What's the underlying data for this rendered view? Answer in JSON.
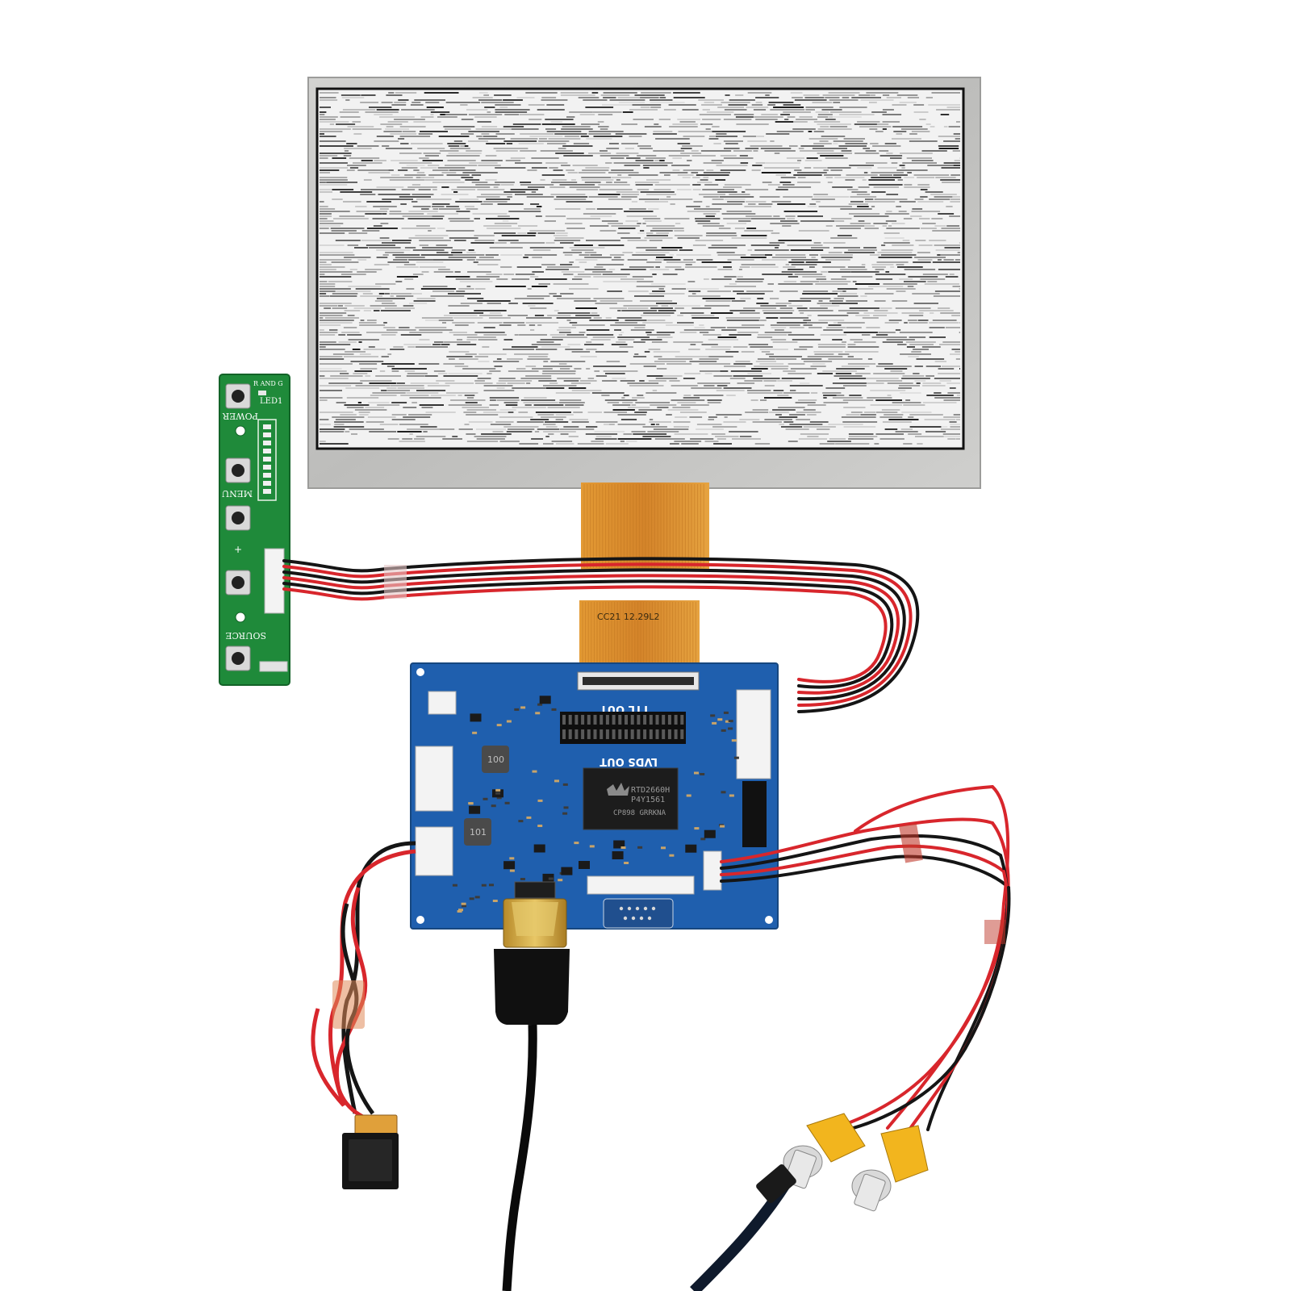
{
  "colors": {
    "background": "#ffffff",
    "bezel": "#c8c8c6",
    "fpc": "#d98e2a",
    "driver_pcb": "#1f5fae",
    "key_pcb": "#1f8a3a",
    "wire_red": "#d8262c",
    "wire_black": "#151515",
    "connector_yellow": "#f2b51e"
  },
  "panel": {
    "fpc_print": "CC21 12.29L2"
  },
  "driver_board": {
    "ttl_label": "TTL OUT",
    "lvds_label": "LVDS OUT",
    "chip_line1": "RTD2660H",
    "chip_line2": "P4Y1561",
    "chip_line3": "CP898 GRRKNA",
    "inductor1": "100",
    "inductor2": "101"
  },
  "keypad_board": {
    "led_label": "R AND G",
    "led_ref": "LED1",
    "power_label": "POWER",
    "menu_label": "MENU",
    "plus_label": "+",
    "source_label": "SOURCE"
  }
}
